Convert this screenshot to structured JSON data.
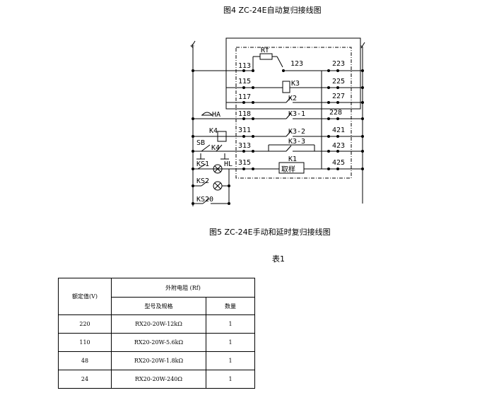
{
  "fig4_caption": "图4  ZC-24E自动复归接线图",
  "fig5_caption": "图5  ZC-24E手动和延时复归接线图",
  "table_caption": "表1",
  "diagram_labels": {
    "plus": "+",
    "minus": "-",
    "rf": "Rf",
    "t113": "113",
    "t123": "123",
    "t115": "115",
    "t117": "117",
    "t118": "118",
    "t311": "311",
    "t313": "313",
    "t315": "315",
    "t223": "223",
    "t225": "225",
    "t227": "227",
    "t228": "228",
    "t421": "421",
    "t423": "423",
    "t425": "425",
    "k3": "K3",
    "k2": "K2",
    "k3_1": "K3-1",
    "k3_2": "K3-2",
    "k3_3": "K3-3",
    "k1": "K1",
    "qy": "取样",
    "ha": "HA",
    "k4a": "K4",
    "sb": "SB",
    "k4b": "K4",
    "ks1": "KS1",
    "hl": "HL",
    "ks2": "KS2",
    "ks20": "KS20"
  },
  "table": {
    "col1_header": "额定值(V)",
    "group_header": "外附电阻 (Rf)",
    "sub_header_model": "型号及规格",
    "sub_header_qty": "数量",
    "rows": [
      {
        "voltage": "220",
        "model": "RX20-20W-12kΩ",
        "qty": "1"
      },
      {
        "voltage": "110",
        "model": "RX20-20W-5.6kΩ",
        "qty": "1"
      },
      {
        "voltage": "48",
        "model": "RX20-20W-1.8kΩ",
        "qty": "1"
      },
      {
        "voltage": "24",
        "model": "RX20-20W-240Ω",
        "qty": "1"
      }
    ]
  }
}
